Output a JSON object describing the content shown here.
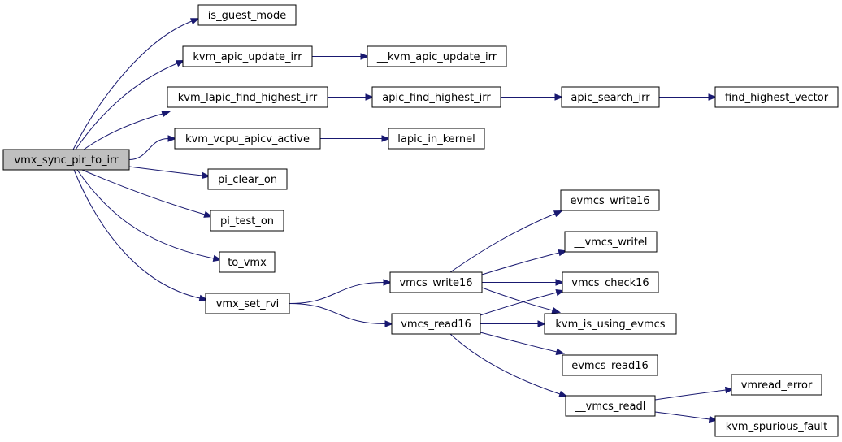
{
  "graph": {
    "colors": {
      "node_fill": "#ffffff",
      "root_fill": "#bfbfbf",
      "edge": "#191970",
      "border": "#000000"
    },
    "root": "vmx_sync_pir_to_irr",
    "nodes": [
      {
        "id": "vmx_sync_pir_to_irr",
        "label": "vmx_sync_pir_to_irr",
        "root": true
      },
      {
        "id": "is_guest_mode",
        "label": "is_guest_mode"
      },
      {
        "id": "kvm_apic_update_irr",
        "label": "kvm_apic_update_irr"
      },
      {
        "id": "__kvm_apic_update_irr",
        "label": "__kvm_apic_update_irr"
      },
      {
        "id": "kvm_lapic_find_highest_irr",
        "label": "kvm_lapic_find_highest_irr"
      },
      {
        "id": "apic_find_highest_irr",
        "label": "apic_find_highest_irr"
      },
      {
        "id": "apic_search_irr",
        "label": "apic_search_irr"
      },
      {
        "id": "find_highest_vector",
        "label": "find_highest_vector"
      },
      {
        "id": "kvm_vcpu_apicv_active",
        "label": "kvm_vcpu_apicv_active"
      },
      {
        "id": "lapic_in_kernel",
        "label": "lapic_in_kernel"
      },
      {
        "id": "pi_clear_on",
        "label": "pi_clear_on"
      },
      {
        "id": "pi_test_on",
        "label": "pi_test_on"
      },
      {
        "id": "to_vmx",
        "label": "to_vmx"
      },
      {
        "id": "vmx_set_rvi",
        "label": "vmx_set_rvi"
      },
      {
        "id": "vmcs_write16",
        "label": "vmcs_write16"
      },
      {
        "id": "vmcs_read16",
        "label": "vmcs_read16"
      },
      {
        "id": "evmcs_write16",
        "label": "evmcs_write16"
      },
      {
        "id": "__vmcs_writel",
        "label": "__vmcs_writel"
      },
      {
        "id": "vmcs_check16",
        "label": "vmcs_check16"
      },
      {
        "id": "kvm_is_using_evmcs",
        "label": "kvm_is_using_evmcs"
      },
      {
        "id": "evmcs_read16",
        "label": "evmcs_read16"
      },
      {
        "id": "__vmcs_readl",
        "label": "__vmcs_readl"
      },
      {
        "id": "vmread_error",
        "label": "vmread_error"
      },
      {
        "id": "kvm_spurious_fault",
        "label": "kvm_spurious_fault"
      }
    ],
    "edges": [
      {
        "from": "vmx_sync_pir_to_irr",
        "to": "is_guest_mode"
      },
      {
        "from": "vmx_sync_pir_to_irr",
        "to": "kvm_apic_update_irr"
      },
      {
        "from": "vmx_sync_pir_to_irr",
        "to": "kvm_lapic_find_highest_irr"
      },
      {
        "from": "vmx_sync_pir_to_irr",
        "to": "kvm_vcpu_apicv_active"
      },
      {
        "from": "vmx_sync_pir_to_irr",
        "to": "pi_clear_on"
      },
      {
        "from": "vmx_sync_pir_to_irr",
        "to": "pi_test_on"
      },
      {
        "from": "vmx_sync_pir_to_irr",
        "to": "to_vmx"
      },
      {
        "from": "vmx_sync_pir_to_irr",
        "to": "vmx_set_rvi"
      },
      {
        "from": "kvm_apic_update_irr",
        "to": "__kvm_apic_update_irr"
      },
      {
        "from": "kvm_lapic_find_highest_irr",
        "to": "apic_find_highest_irr"
      },
      {
        "from": "apic_find_highest_irr",
        "to": "apic_search_irr"
      },
      {
        "from": "apic_search_irr",
        "to": "find_highest_vector"
      },
      {
        "from": "kvm_vcpu_apicv_active",
        "to": "lapic_in_kernel"
      },
      {
        "from": "vmx_set_rvi",
        "to": "vmcs_write16"
      },
      {
        "from": "vmx_set_rvi",
        "to": "vmcs_read16"
      },
      {
        "from": "vmcs_write16",
        "to": "evmcs_write16"
      },
      {
        "from": "vmcs_write16",
        "to": "__vmcs_writel"
      },
      {
        "from": "vmcs_write16",
        "to": "vmcs_check16"
      },
      {
        "from": "vmcs_write16",
        "to": "kvm_is_using_evmcs"
      },
      {
        "from": "vmcs_read16",
        "to": "vmcs_check16"
      },
      {
        "from": "vmcs_read16",
        "to": "kvm_is_using_evmcs"
      },
      {
        "from": "vmcs_read16",
        "to": "evmcs_read16"
      },
      {
        "from": "vmcs_read16",
        "to": "__vmcs_readl"
      },
      {
        "from": "__vmcs_readl",
        "to": "vmread_error"
      },
      {
        "from": "__vmcs_readl",
        "to": "kvm_spurious_fault"
      }
    ]
  }
}
